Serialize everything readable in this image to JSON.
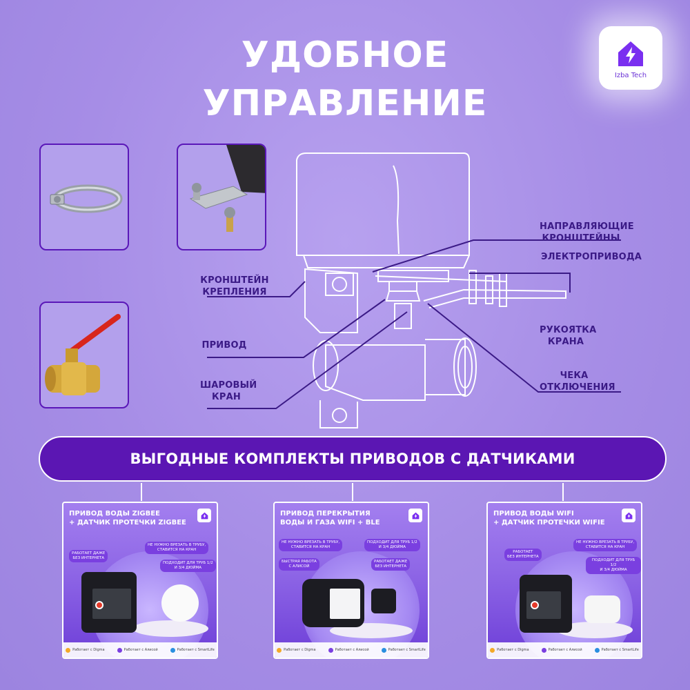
{
  "title": {
    "line1": "УДОБНОЕ",
    "line2": "УПРАВЛЕНИЕ"
  },
  "logo": {
    "text": "Izba Tech",
    "icon": "lightning-house-icon",
    "accent": "#7a2ff0"
  },
  "colors": {
    "background": "#a78ee6",
    "outline": "#5a17b8",
    "banner": "#5b16b3",
    "label_text": "#3b1a86"
  },
  "thumbnails": [
    {
      "name": "hose-clamp",
      "icon": "hose-clamp-image"
    },
    {
      "name": "mounting-bracket",
      "icon": "bracket-image"
    },
    {
      "name": "ball-valve",
      "icon": "ball-valve-image"
    }
  ],
  "diagram_labels": {
    "bracket_mount": "КРОНШТЕЙН\nКРЕПЛЕНИЯ",
    "drive": "ПРИВОД",
    "ball_valve": "ШАРОВЫЙ\nКРАН",
    "guide_brackets": "НАПРАВЛЯЮЩИЕ\nКРОНШТЕЙНЫ",
    "actuator": "ЭЛЕКТРОПРИВОДА",
    "valve_handle": "РУКОЯТКА\nКРАНА",
    "release_pin": "ЧЕКА\nОТКЛЮЧЕНИЯ"
  },
  "banner": {
    "text": "ВЫГОДНЫЕ КОМПЛЕКТЫ ПРИВОДОВ С ДАТЧИКАМИ"
  },
  "kits": [
    {
      "title": "ПРИВОД ВОДЫ ZIGBEE\n+ ДАТЧИК ПРОТЕЧКИ ZIGBEE",
      "pills": [
        "РАБОТАЕТ ДАЖЕ\nБЕЗ ИНТЕРНЕТА",
        "НЕ НУЖНО ВРЕЗАТЬ В ТРУБУ,\nСТАВИТСЯ НА КРАН",
        "ПОДХОДИТ ДЛЯ ТРУБ 1/2\nИ 3/4 ДЮЙМА"
      ],
      "footer": [
        "Работает с Digma",
        "Работает с Алисой",
        "Работает с SmartLife"
      ]
    },
    {
      "title": "ПРИВОД ПЕРЕКРЫТИЯ\nВОДЫ И ГАЗА WIFI + BLE",
      "pills": [
        "НЕ НУЖНО ВРЕЗАТЬ В ТРУБУ,\nСТАВИТСЯ НА КРАН",
        "ПОДХОДИТ ДЛЯ ТРУБ 1/2\nИ 3/4 ДЮЙМА",
        "БЫСТРАЯ РАБОТА\nС АЛИСОЙ",
        "РАБОТАЕТ ДАЖЕ\nБЕЗ ИНТЕРНЕТА"
      ],
      "footer": [
        "Работает с Digma",
        "Работает с Алисой",
        "Работает с SmartLife"
      ]
    },
    {
      "title": "ПРИВОД ВОДЫ WIFI\n+ ДАТЧИК ПРОТЕЧКИ WIFIE",
      "pills": [
        "РАБОТАЕТ\nБЕЗ ИНТЕРНЕТА",
        "НЕ НУЖНО ВРЕЗАТЬ В ТРУБУ,\nСТАВИТСЯ НА КРАН",
        "ПОДХОДИТ ДЛЯ ТРУБ 1/2\nИ 3/4 ДЮЙМА"
      ],
      "footer": [
        "Работает с Digma",
        "Работает с Алисой",
        "Работает с SmartLife"
      ]
    }
  ]
}
